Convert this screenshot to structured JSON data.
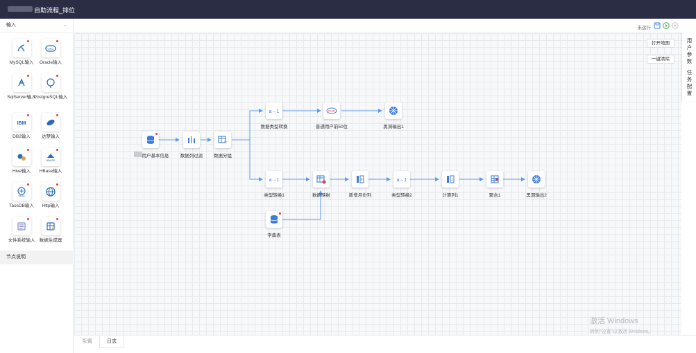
{
  "window": {
    "title": "自助流程_排位"
  },
  "sidebar": {
    "section_title": "输入",
    "items": [
      {
        "label": "MySQL输入"
      },
      {
        "label": "Oracle输入"
      },
      {
        "label": "SqlServer输入"
      },
      {
        "label": "PostgreSQL输入"
      },
      {
        "label": "DB2输入"
      },
      {
        "label": "达梦输入"
      },
      {
        "label": "Hive输入"
      },
      {
        "label": "HBase输入"
      },
      {
        "label": "TaosDB输入"
      },
      {
        "label": "Http输入"
      },
      {
        "label": "文件系统输入"
      },
      {
        "label": "数据生成器"
      }
    ],
    "node_description": "节点说明"
  },
  "toolbar": {
    "status": "未运行"
  },
  "canvas_buttons": {
    "open_map": "打开地图",
    "clear_all": "一键清除"
  },
  "right_panel": {
    "user_params": "用户参数",
    "task_config": "任务配置"
  },
  "nodes": {
    "user_info": "用户基本信息",
    "col_filter": "数据列过滤",
    "data_group": "数据分组",
    "type_convert": "数据类型转换",
    "top50": "普通用户前50位",
    "output1": "黑洞输出1",
    "type_convert1": "类型转换1",
    "data_map": "数据映射",
    "month_col": "新增月份列",
    "type_convert2": "类型转换2",
    "calc_col1": "计算列1",
    "agg1": "聚合1",
    "output2": "黑洞输出2",
    "dict_table": "字典表"
  },
  "bottom_tabs": {
    "config": "配置",
    "log": "日志"
  },
  "watermark": {
    "line1": "激活 Windows",
    "line2": "转到\"设置\"以激活 Windows。"
  },
  "colors": {
    "titlebar": "#2a2d44",
    "accent": "#3b7ddd",
    "edge": "#5b9bf0"
  }
}
